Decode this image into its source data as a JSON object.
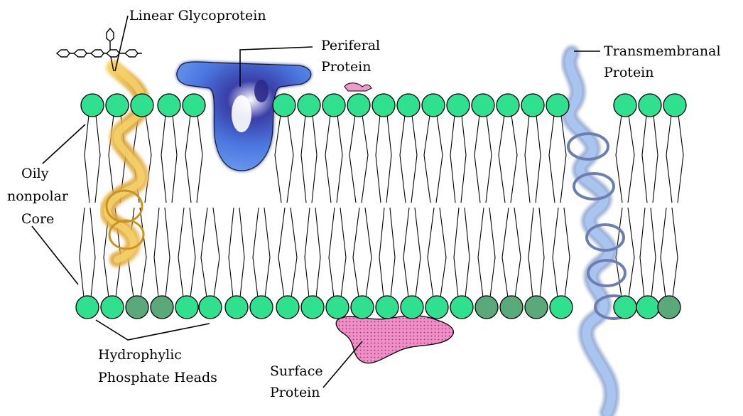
{
  "diagram": {
    "labels": {
      "linear_glycoprotein": "Linear Glycoprotein",
      "periferal_protein_l1": "Periferal",
      "periferal_protein_l2": "Protein",
      "transmembranal_protein_l1": "Transmembranal",
      "transmembranal_protein_l2": "Protein",
      "oily_core_l1": "Oily",
      "oily_core_l2": "nonpolar",
      "oily_core_l3": "Core",
      "phosphate_heads_l1": "Hydrophylic",
      "phosphate_heads_l2": "Phosphate Heads",
      "surface_protein_l1": "Surface",
      "surface_protein_l2": "Protein"
    },
    "colors": {
      "phosphate_head": "#2fe08f",
      "phosphate_head_dark": "#5aa97a",
      "glycoprotein": "#e8b33a",
      "periferal_protein": "#3a5fd8",
      "transmembranal_protein": "#9bbbe6",
      "surface_protein": "#ee88c6"
    }
  }
}
